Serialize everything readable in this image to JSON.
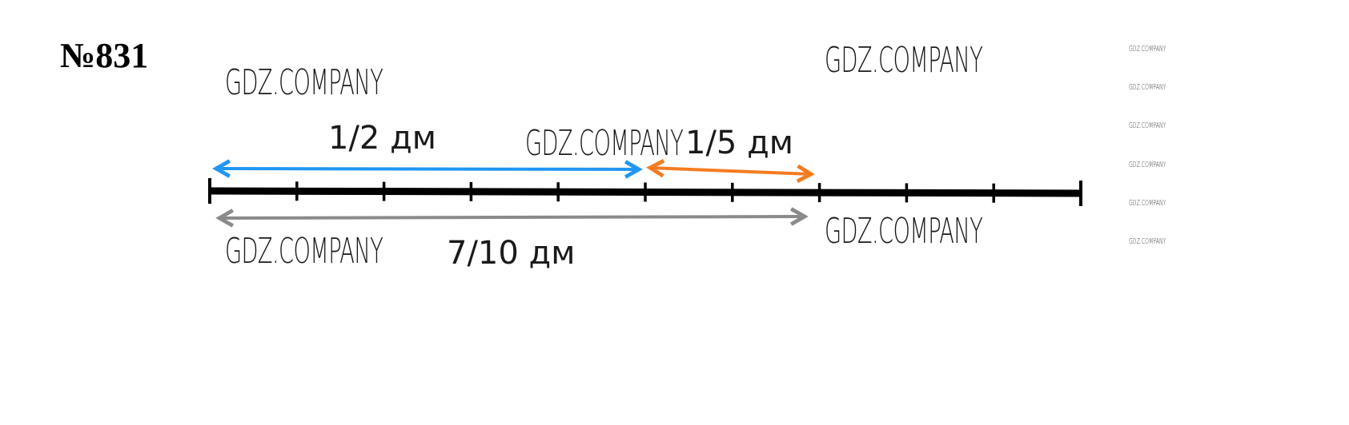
{
  "problem": {
    "number": "№831"
  },
  "segments": [
    {
      "id": "half",
      "label": "1/2 дм",
      "from_units": 0,
      "to_units": 5,
      "color": "#2196f3"
    },
    {
      "id": "fifth",
      "label": "1/5 дм",
      "from_units": 5,
      "to_units": 7,
      "color": "#f47b20"
    },
    {
      "id": "seven-tenths",
      "label": "7/10 дм",
      "from_units": 0,
      "to_units": 7,
      "color": "#8a8a8a"
    }
  ],
  "scale": {
    "divisions": 10,
    "unit": "дм"
  },
  "watermarks": {
    "big": [
      "GDZ.COMPANY",
      "GDZ.COMPANY",
      "GDZ.COMPANY",
      "GDZ.COMPANY",
      "GDZ.COMPANY"
    ],
    "small": [
      "GDZ.COMPANY",
      "GDZ.COMPANY",
      "GDZ.COMPANY",
      "GDZ.COMPANY",
      "GDZ.COMPANY",
      "GDZ.COMPANY"
    ]
  }
}
